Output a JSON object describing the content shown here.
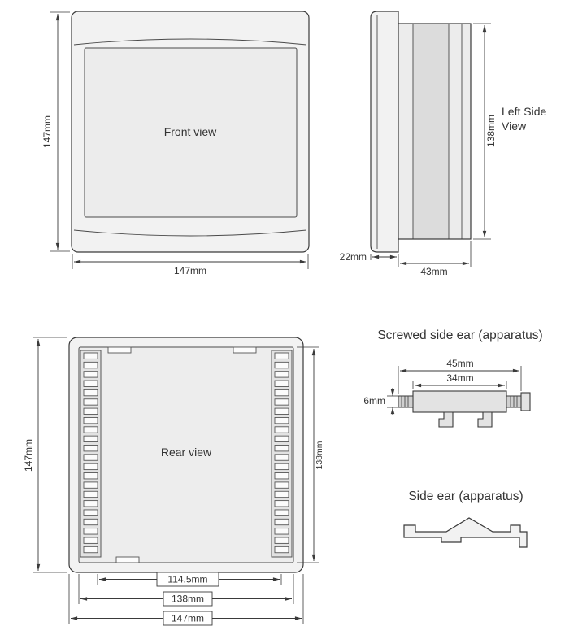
{
  "front_view": {
    "label": "Front view",
    "height_dim": "147mm",
    "width_dim": "147mm"
  },
  "left_side_view": {
    "label_line1": "Left Side",
    "label_line2": "View",
    "height_dim": "138mm",
    "bezel_depth_dim": "22mm",
    "body_depth_dim": "43mm"
  },
  "rear_view": {
    "label": "Rear view",
    "outer_height_dim": "147mm",
    "inner_height_dim": "138mm",
    "hole_span_dim": "114.5mm",
    "inner_width_dim": "138mm",
    "outer_width_dim": "147mm"
  },
  "screwed_side_ear": {
    "title": "Screwed side ear (apparatus)",
    "outer_dim": "45mm",
    "body_dim": "34mm",
    "thread_dim": "6mm"
  },
  "side_ear": {
    "title": "Side ear (apparatus)"
  },
  "colors": {
    "line": "#3a3a3a",
    "fill_light": "#f2f2f2",
    "fill_mid": "#e3e3e3",
    "text": "#333333"
  }
}
